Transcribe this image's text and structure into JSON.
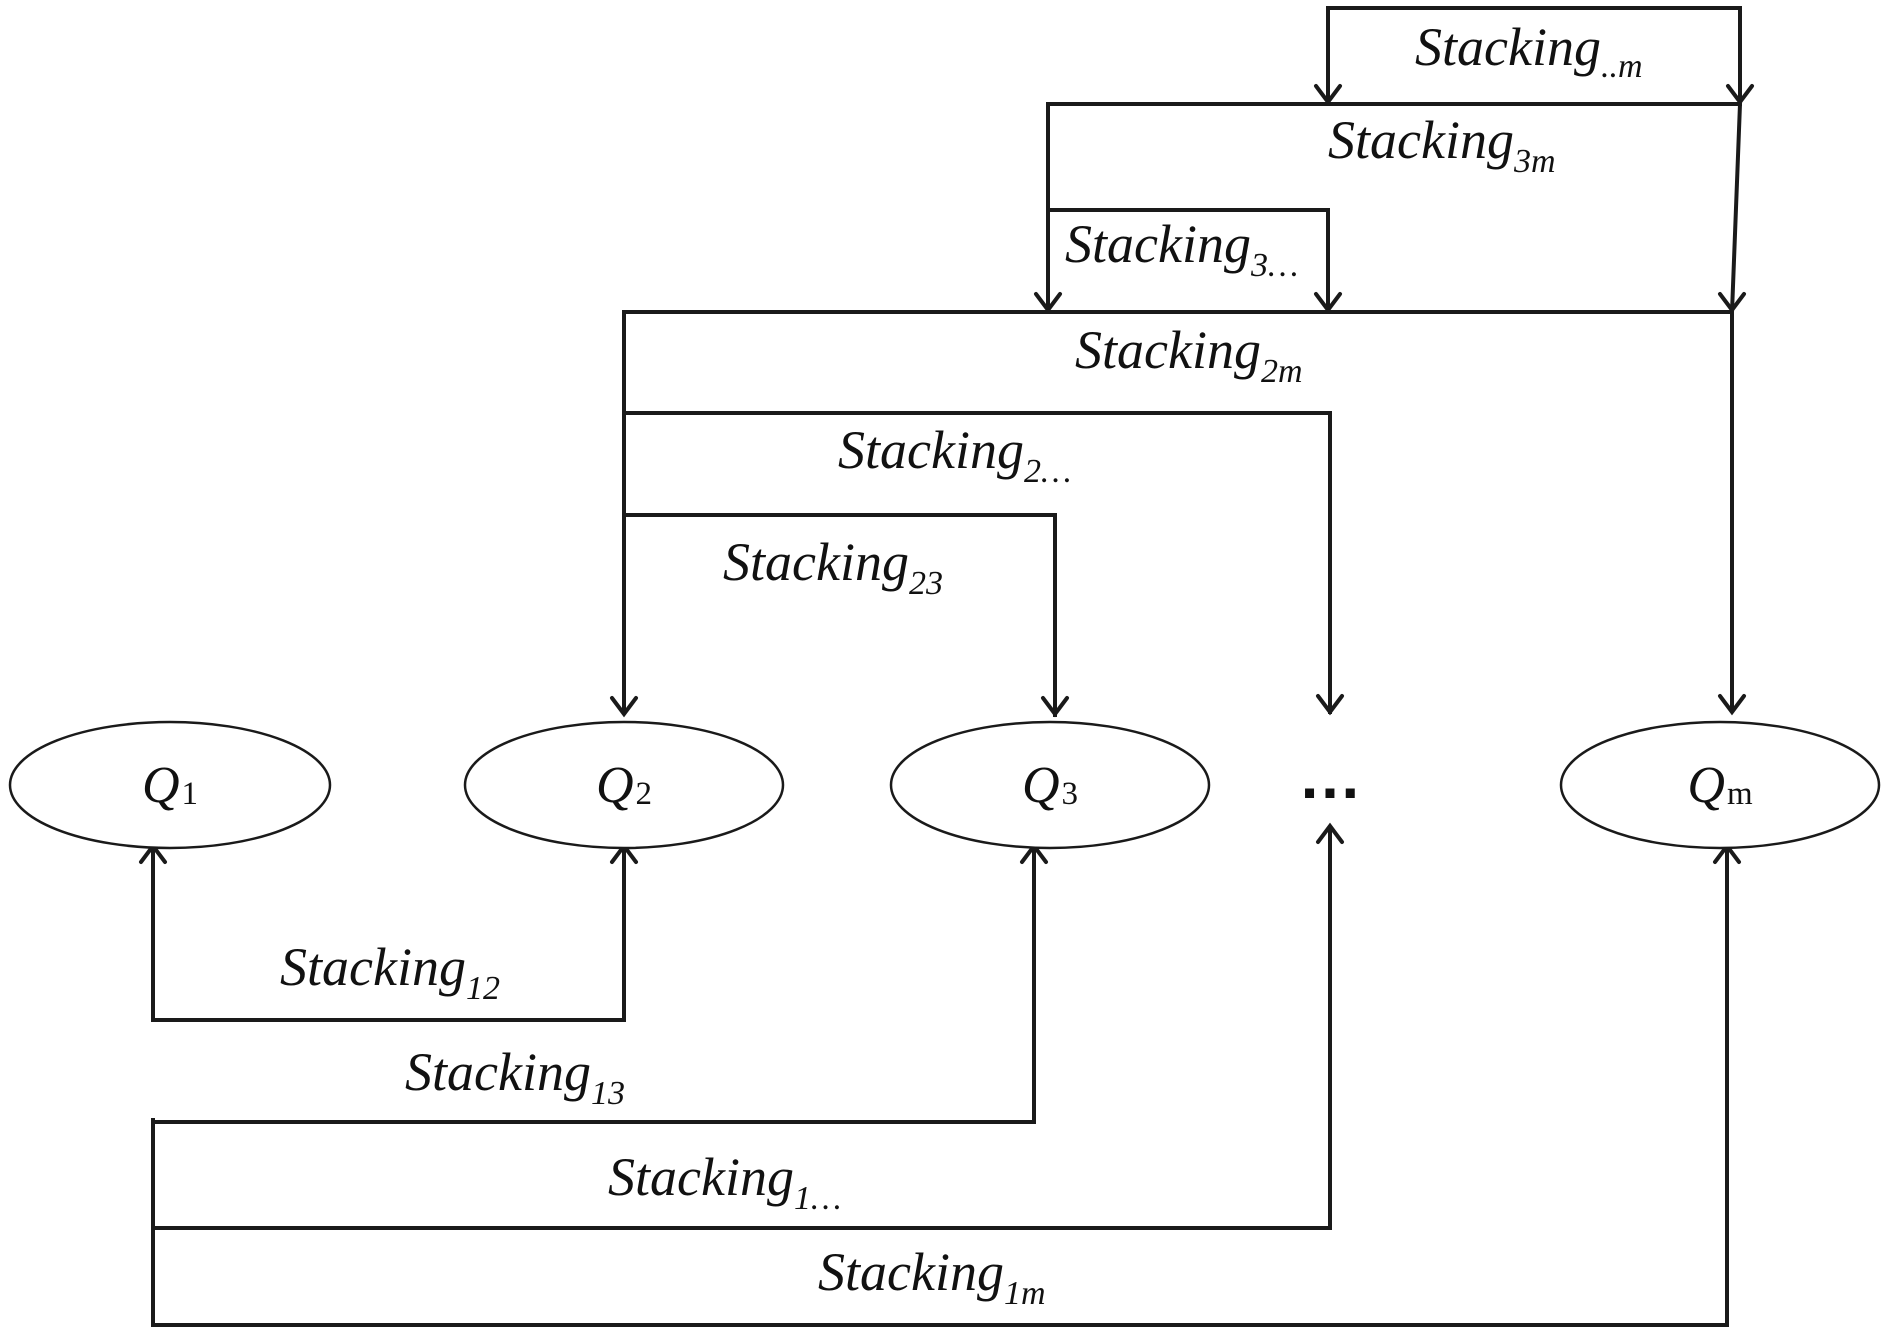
{
  "nodes": [
    {
      "id": "q1",
      "base": "Q",
      "sub": "1"
    },
    {
      "id": "q2",
      "base": "Q",
      "sub": "2"
    },
    {
      "id": "q3",
      "base": "Q",
      "sub": "3"
    },
    {
      "id": "qm",
      "base": "Q",
      "sub": "m"
    }
  ],
  "ellipsis": "…",
  "edges": [
    {
      "id": "s12",
      "base": "Stacking",
      "sub": "12"
    },
    {
      "id": "s13",
      "base": "Stacking",
      "sub": "13"
    },
    {
      "id": "s1x",
      "base": "Stacking",
      "sub": "1…"
    },
    {
      "id": "s1m",
      "base": "Stacking",
      "sub": "1m"
    },
    {
      "id": "s23",
      "base": "Stacking",
      "sub": "23"
    },
    {
      "id": "s2x",
      "base": "Stacking",
      "sub": "2…"
    },
    {
      "id": "s2m",
      "base": "Stacking",
      "sub": "2m"
    },
    {
      "id": "s3x",
      "base": "Stacking",
      "sub": "3…"
    },
    {
      "id": "s3m",
      "base": "Stacking",
      "sub": "3m"
    },
    {
      "id": "sxm",
      "base": "Stacking",
      "sub": "..m"
    }
  ]
}
